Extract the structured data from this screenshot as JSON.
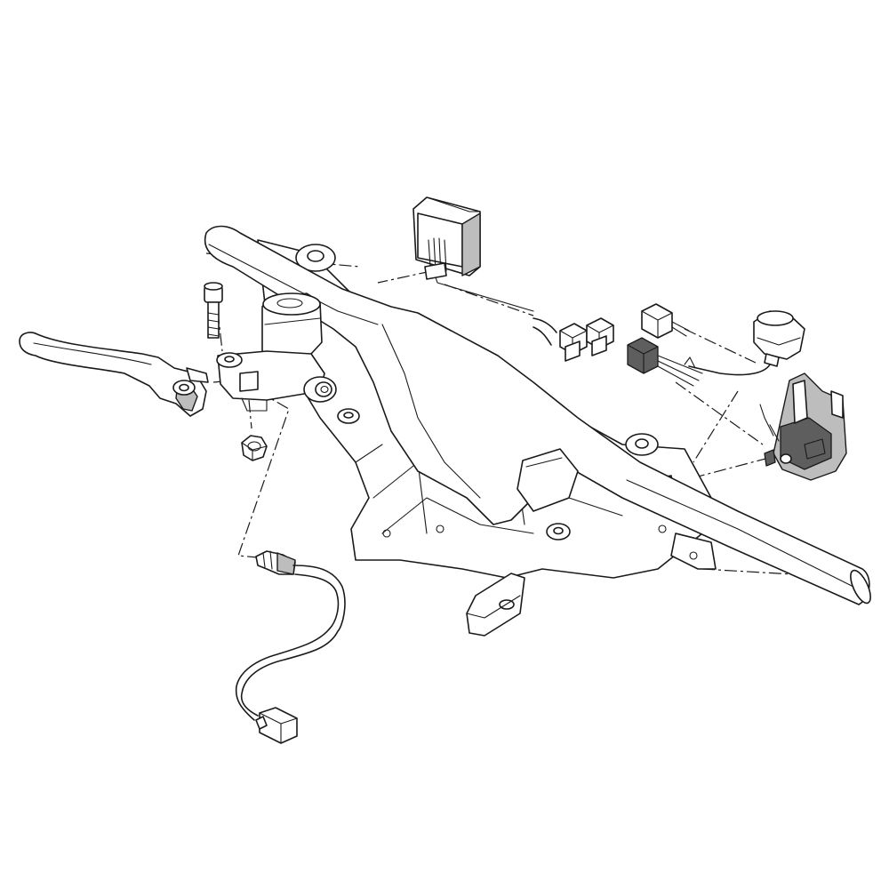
{
  "diagram": {
    "kind": "exploded-view",
    "colors": {
      "line": "#1a1a1a",
      "background": "#ffffff",
      "shade_light": "#bdbdbd",
      "shade_dark": "#5e5e5e"
    },
    "parts": [
      {
        "id": "handlebar",
        "icon": "handlebar-tube"
      },
      {
        "id": "handlebar-holder",
        "icon": "cast-frame"
      },
      {
        "id": "front-brake-lever",
        "icon": "lever"
      },
      {
        "id": "brake-master-cylinder",
        "icon": "master-cylinder"
      },
      {
        "id": "pivot-bolt",
        "icon": "bolt"
      },
      {
        "id": "pivot-nut",
        "icon": "hex-nut"
      },
      {
        "id": "brake-light-switch",
        "icon": "switch-with-cable"
      },
      {
        "id": "switch-connector",
        "icon": "connector-plug"
      },
      {
        "id": "relay-unit",
        "icon": "relay-box"
      },
      {
        "id": "relay-connectors",
        "icon": "connector-pair"
      },
      {
        "id": "ignition-switch",
        "icon": "key-switch"
      },
      {
        "id": "ignition-connector-white",
        "icon": "connector-plug"
      },
      {
        "id": "ignition-connector-grey",
        "icon": "connector-plug"
      },
      {
        "id": "switch-bracket",
        "icon": "mounting-bracket"
      }
    ]
  }
}
